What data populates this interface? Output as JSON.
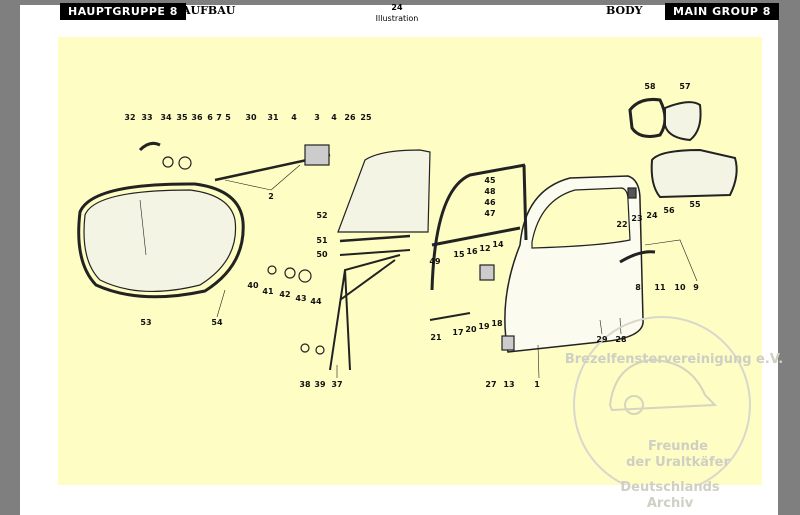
{
  "header": {
    "left_group": "HAUPTGRUPPE 8",
    "left_title": "AUFBAU",
    "page_number": "24",
    "page_caption": "Illustration",
    "right_title": "BODY",
    "right_group": "MAIN GROUP 8"
  },
  "part_labels": [
    "32",
    "33",
    "34",
    "35",
    "36",
    "6",
    "7",
    "5",
    "30",
    "31",
    "4",
    "3",
    "4",
    "26",
    "25",
    "2",
    "58",
    "57",
    "45",
    "48",
    "46",
    "47",
    "52",
    "51",
    "50",
    "56",
    "55",
    "22",
    "23",
    "24",
    "49",
    "15",
    "16",
    "12",
    "14",
    "40",
    "41",
    "42",
    "43",
    "44",
    "8",
    "11",
    "10",
    "9",
    "53",
    "54",
    "18",
    "19",
    "20",
    "17",
    "21",
    "29",
    "28",
    "38",
    "39",
    "37",
    "27",
    "13",
    "1"
  ],
  "watermark": {
    "arc_text": "Brezelfenstervereinigung e.V.",
    "line1": "Freunde",
    "line2": "der Uraltkäfer",
    "line3": "Deutschlands",
    "line4": "Archiv"
  },
  "colors": {
    "panel": "#fdfdc4",
    "ink": "#111111",
    "watermark": "#cfcfc4"
  }
}
